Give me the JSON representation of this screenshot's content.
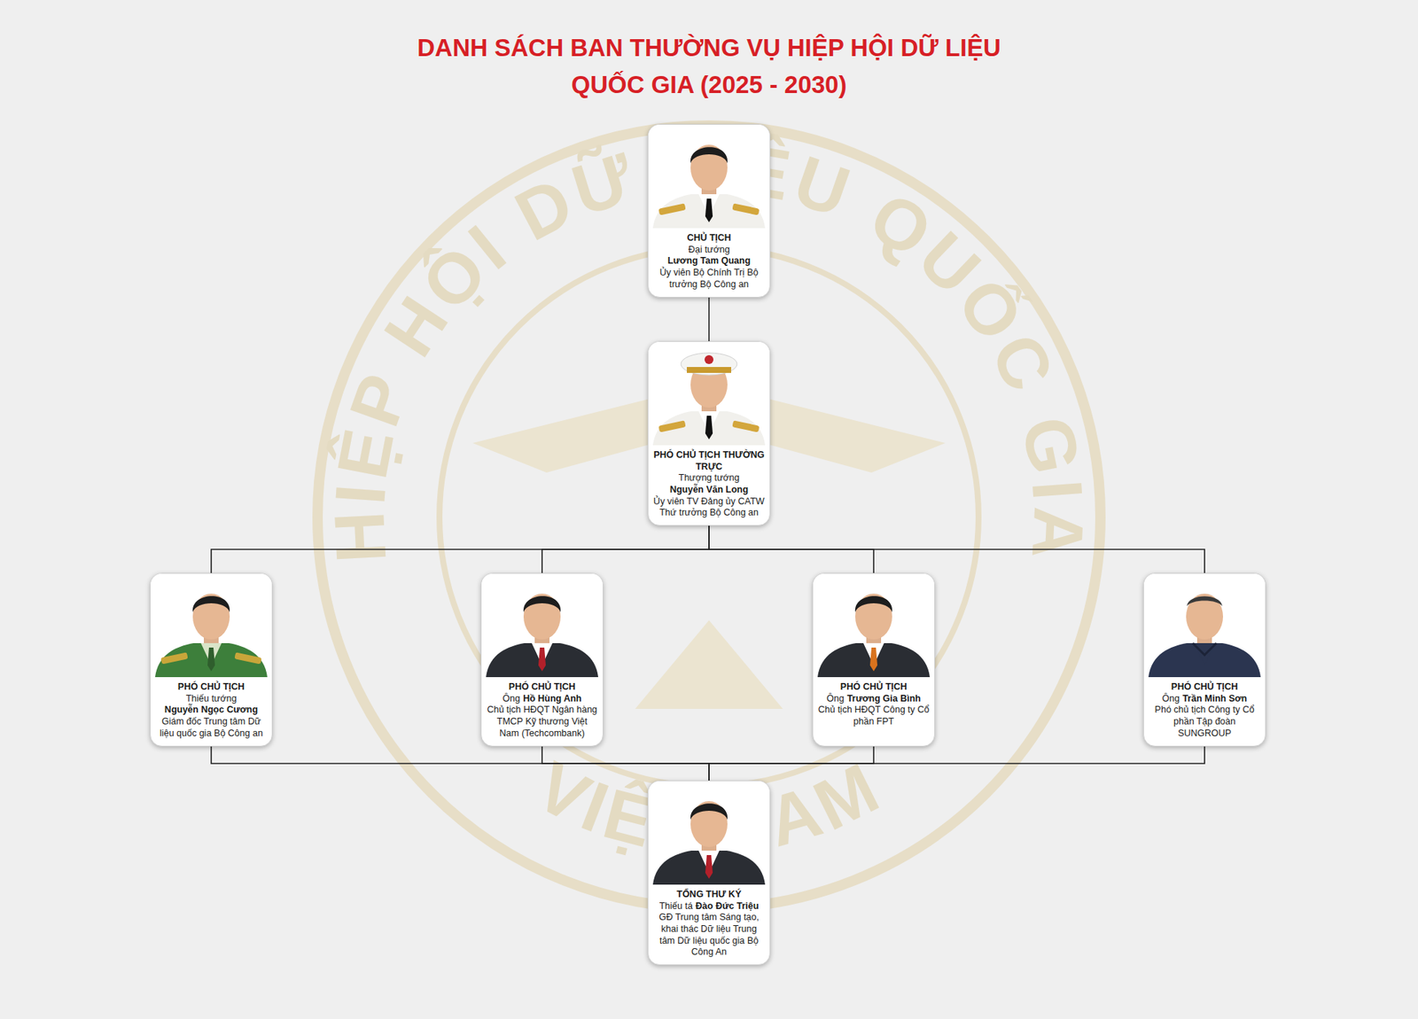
{
  "diagram": {
    "title": "DANH SÁCH BAN THƯỜNG VỤ HIỆP HỘI DỮ LIỆU QUỐC GIA (2025 - 2030)",
    "nodes": [
      {
        "text": [
          "CHỦ TỊCH",
          "Đại tướng",
          "Lương Tam Quang",
          "Ủy viên Bộ Chính Trị Bộ trưởng Bộ Công an"
        ]
      },
      {
        "text": [
          "PHÓ CHỦ TỊCH THƯỜNG TRỰC",
          "Thượng tướng",
          "Nguyễn Văn Long",
          "Ủy viên TV Đảng ủy CATW Thứ trưởng Bộ Công an"
        ]
      },
      {
        "text": [
          "PHÓ CHỦ TỊCH",
          "Thiếu tướng",
          "Nguyễn Ngọc Cương",
          "Giám đốc Trung tâm Dữ liệu quốc gia Bộ Công an"
        ]
      },
      {
        "text": [
          "PHÓ CHỦ TỊCH",
          "Ông",
          "Hồ Hùng Anh",
          "Chủ tịch HĐQT Ngân hàng TMCP Kỹ thương Việt Nam (Techcombank)"
        ]
      },
      {
        "text": [
          "PHÓ CHỦ TỊCH",
          "Ông",
          "Trương Gia Bình",
          "Chủ tịch HĐQT Công ty Cổ phần FPT"
        ]
      },
      {
        "text": [
          "PHÓ CHỦ TỊCH",
          "Ông",
          "Trần Minh Sơn",
          "Phó chủ tịch Công ty Cổ phần Tập đoàn SUNGROUP"
        ]
      },
      {
        "text": [
          "TỔNG THƯ KÝ",
          "Thiếu tá",
          "Đào Đức Triệu",
          "GĐ Trung tâm Sáng tạo, khai thác Dữ liệu Trung tâm Dữ liệu quốc gia Bộ Công An"
        ]
      }
    ],
    "edges": [
      {
        "from": 0,
        "to": 1,
        "arrow": "none"
      },
      {
        "from": 1,
        "to": 2,
        "arrow": "none"
      },
      {
        "from": 1,
        "to": 3,
        "arrow": "none"
      },
      {
        "from": 1,
        "to": 4,
        "arrow": "none"
      },
      {
        "from": 1,
        "to": 5,
        "arrow": "none"
      },
      {
        "from": 2,
        "to": 6,
        "arrow": "none"
      },
      {
        "from": 3,
        "to": 6,
        "arrow": "none"
      },
      {
        "from": 4,
        "to": 6,
        "arrow": "none"
      },
      {
        "from": 5,
        "to": 6,
        "arrow": "none"
      }
    ],
    "labels": [
      "HIỆP HỘI DỮ LIỆU QUỐC GIA",
      "VIỆT NAM"
    ]
  }
}
